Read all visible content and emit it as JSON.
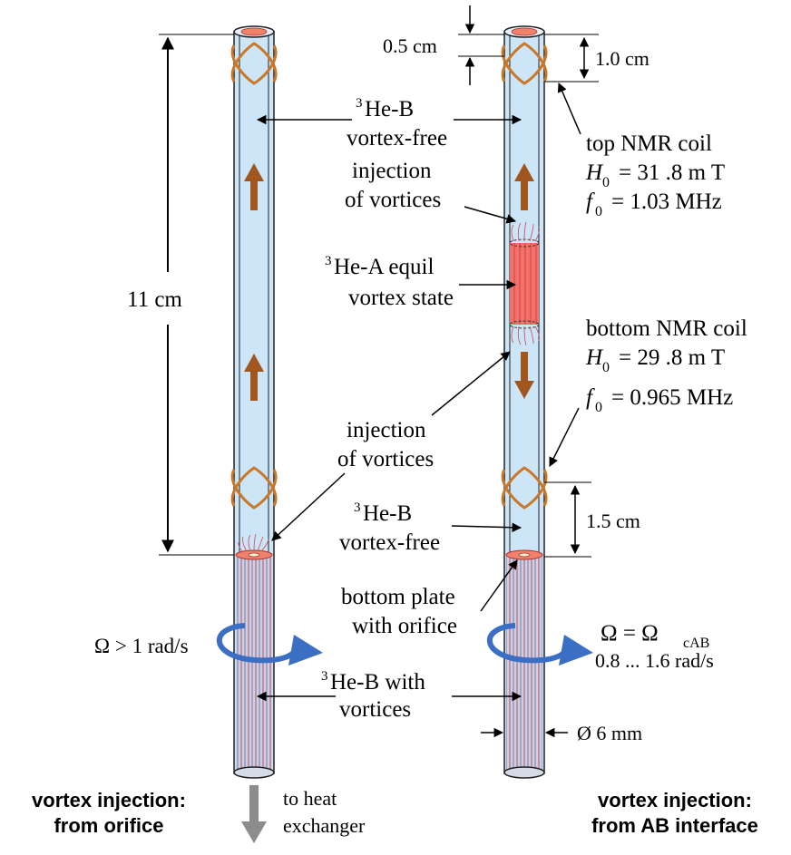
{
  "labels": {
    "dim_11cm": "11 cm",
    "dim_05cm": "0.5 cm",
    "dim_10cm": "1.0 cm",
    "dim_15cm": "1.5 cm",
    "dim_6mm": "Ø 6 mm",
    "he3": "3",
    "heB_top_name": "He-B",
    "heB_top_sub": "vortex-free",
    "injection_top_1": "injection",
    "injection_top_2": "of vortices",
    "heA_name": "He-A equil",
    "heA_sub": "vortex state",
    "injection_low_1": "injection",
    "injection_low_2": "of vortices",
    "heB_mid_name": "He-B",
    "heB_mid_sub": "vortex-free",
    "bottom_plate_1": "bottom plate",
    "bottom_plate_2": "with orifice",
    "heB_vort_name": "He-B with",
    "heB_vort_sub": "vortices",
    "omega_left": "Ω > 1 rad/s",
    "omega_right_main": "Ω = Ω",
    "omega_right_sub": "cAB",
    "omega_right_range": "0.8 ... 1.6 rad/s",
    "heat_1": "to heat",
    "heat_2": "exchanger"
  },
  "top_coil": {
    "title": "top NMR coil",
    "h_sym": "H",
    "h_sub": "0",
    "h_val": "= 31 .8 m T",
    "f_sym": "f",
    "f_sub": "0",
    "f_val": "= 1.03 MHz"
  },
  "bottom_coil": {
    "title": "bottom NMR coil",
    "h_sym": "H",
    "h_sub": "0",
    "h_val": "= 29 .8 m T",
    "f_sym": "f",
    "f_sub": "0",
    "f_val": "= 0.965 MHz"
  },
  "captions": {
    "left_1": "vortex injection:",
    "left_2": "from orifice",
    "right_1": "vortex injection:",
    "right_2": "from AB interface"
  },
  "colors": {
    "tube_fill": "#cde6f7",
    "tube_stroke": "#222222",
    "coil": "#c9782a",
    "flow_arrow": "#a0561f",
    "he_a": "#f2716a",
    "rotation": "#3a6fc4",
    "vortex_line": "#d45a6a",
    "heat_arrow": "#8c8c8c"
  }
}
